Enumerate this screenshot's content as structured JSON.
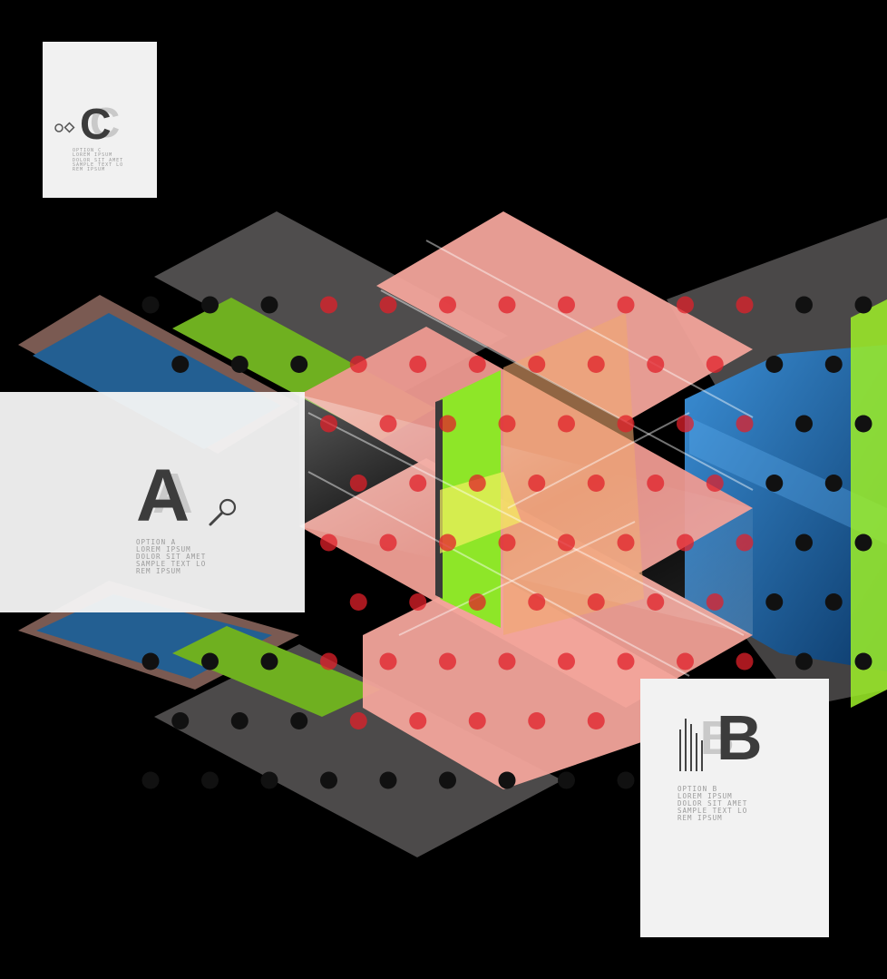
{
  "colors": {
    "background": "#000000",
    "salmon": "#f4a8a0",
    "dark_gray": "#555353",
    "blue": "#1f5a8a",
    "green": "#8ee020",
    "dots": "#111111",
    "red_dots": "#e0202a"
  },
  "cards": {
    "c": {
      "letter": "C",
      "icon": "circle-diamond-icon",
      "lines": [
        "OPTION C",
        "LOREM IPSUM",
        "DOLOR SIT AMET",
        "SAMPLE TEXT LO",
        "REM IPSUM"
      ]
    },
    "a": {
      "letter": "A",
      "icon": "magnifier-icon",
      "lines": [
        "OPTION A",
        "LOREM IPSUM",
        "DOLOR SIT AMET",
        "SAMPLE TEXT LO",
        "REM IPSUM"
      ]
    },
    "b": {
      "letter": "B",
      "icon": "bars-icon",
      "lines": [
        "OPTION B",
        "LOREM IPSUM",
        "DOLOR SIT AMET",
        "SAMPLE TEXT LO",
        "REM IPSUM"
      ]
    }
  }
}
